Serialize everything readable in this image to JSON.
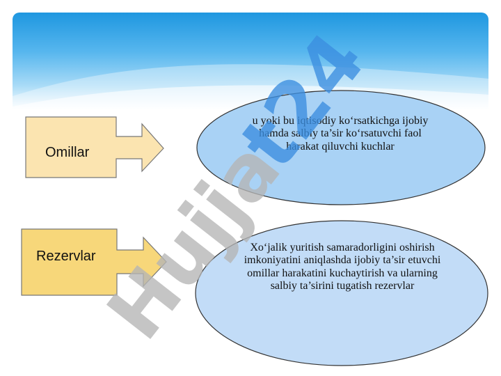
{
  "watermark": {
    "text": "Hujjat24"
  },
  "rows": [
    {
      "term": "Omillar",
      "definition": "u yoki bu iqtisodiy ko‘rsatkichga ijobiy hamda salbiy ta’sir ko‘rsatuvchi faol harakat qiluvchi kuchlar"
    },
    {
      "term": "Rezervlar",
      "definition": "Xo‘jalik yuritish samaradorligini oshirish imkoniyatini aniqlashda ijobiy ta’sir etuvchi omillar harakatini kuchaytirish va ularning salbiy ta’sirini tugatish rezervlar"
    }
  ],
  "colors": {
    "header_top": "#1f97e0",
    "box1_fill": "#fbe4b0",
    "box2_fill": "#f7d77a",
    "ellipse1_fill": "#a9d2f5",
    "ellipse2_fill": "#c2dcf7",
    "watermark_gray": "#b5b5b5",
    "watermark_blue": "#3b8ee0"
  }
}
